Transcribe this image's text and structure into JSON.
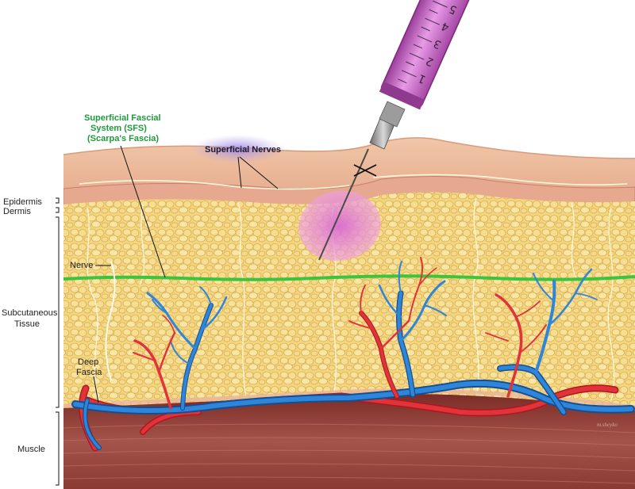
{
  "labels": {
    "epidermis": "Epidermis",
    "dermis": "Dermis",
    "subcutaneous_1": "Subcutaneous",
    "subcutaneous_2": "Tissue",
    "muscle": "Muscle",
    "nerve": "Nerve",
    "deep_fascia_1": "Deep",
    "deep_fascia_2": "Fascia",
    "sfs_1": "Superficial Fascial",
    "sfs_2": "System (SFS)",
    "sfs_3": "(Scarpa's Fascia)",
    "superficial_nerves": "Superficial Nerves",
    "syringe_marks": [
      "5",
      "4",
      "3",
      "2",
      "1"
    ],
    "signature": "m.sheyko"
  },
  "colors": {
    "sfs_line": "#3cc43c",
    "artery": "#d6202a",
    "vein": "#1f6fc0",
    "fat": "#f2d27a",
    "dermis": "#e9b393",
    "muscle": "#8e3a32",
    "injection_bolus": "#e58ad6",
    "syringe_barrel": "#c65dc6"
  },
  "icons": [
    "syringe-icon",
    "needle-icon",
    "injection-bolus-icon"
  ]
}
